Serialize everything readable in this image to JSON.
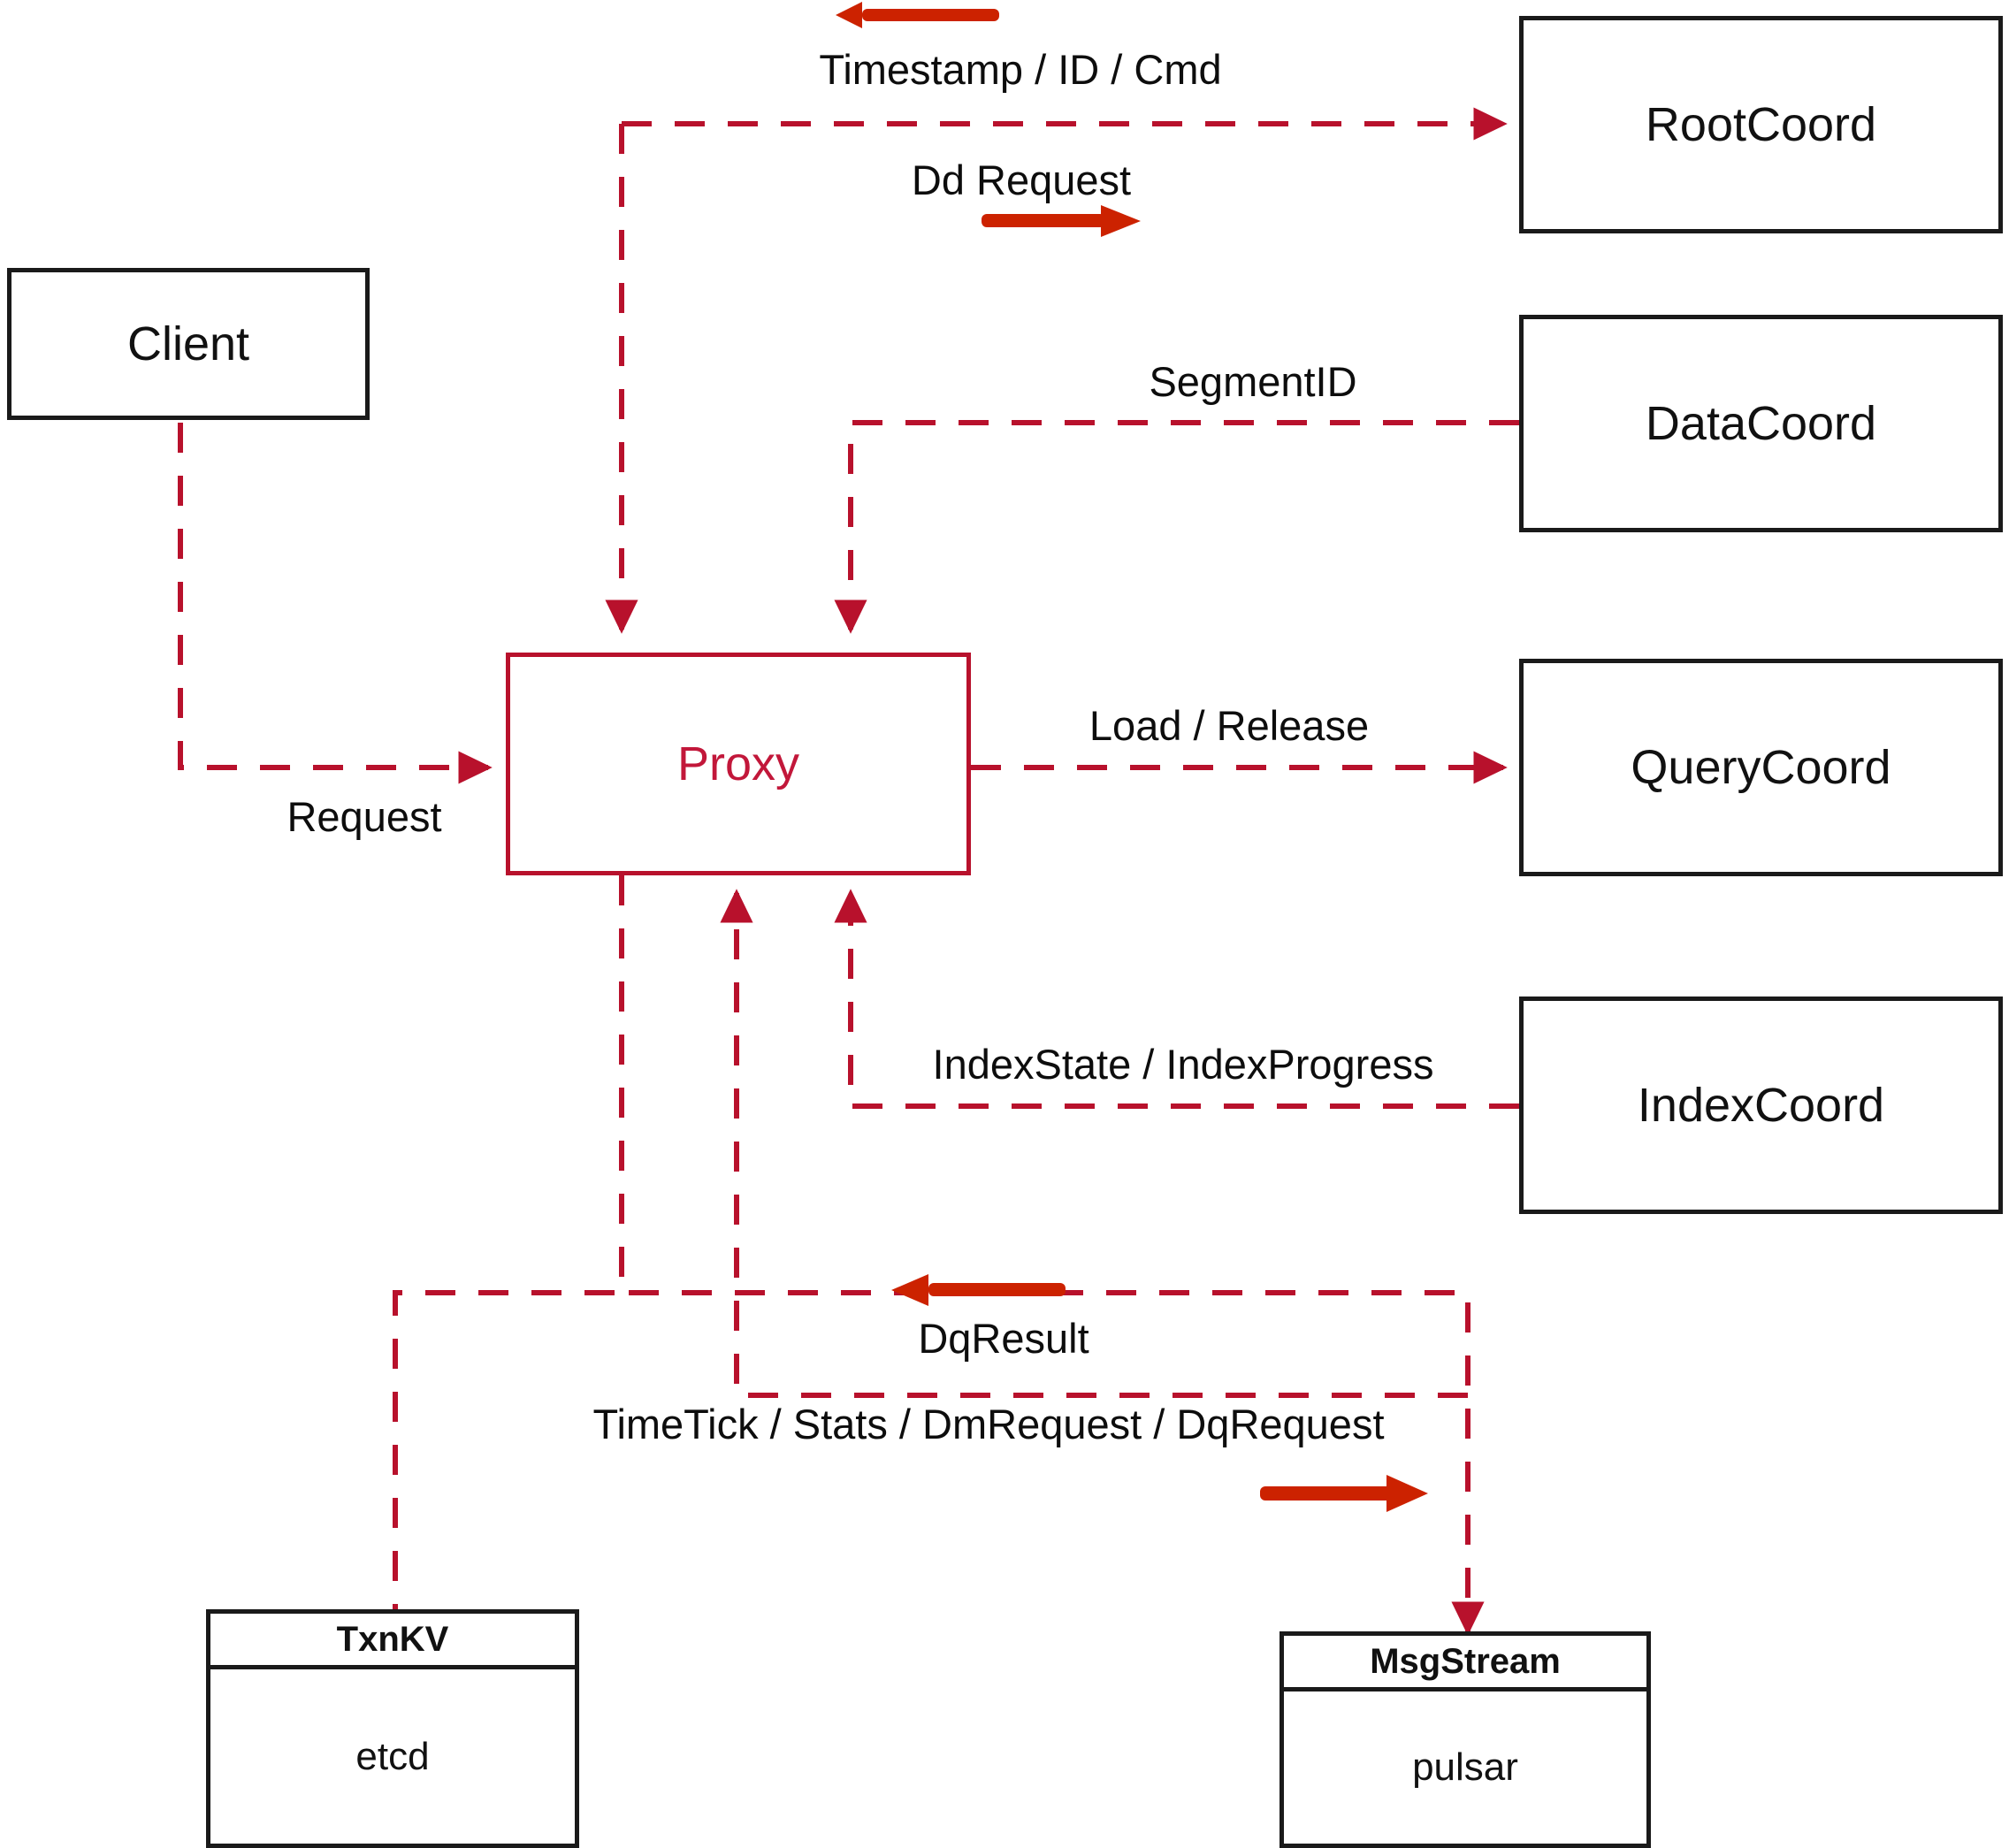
{
  "diagram": {
    "title": "Milvus Proxy interaction diagram",
    "colors": {
      "dashed_line": "#B8112C",
      "bold_arrow": "#CC2200",
      "proxy_border": "#B8112C",
      "proxy_text": "#C2173A",
      "node_border": "#1A1A1A",
      "background": "#FFFFFF"
    }
  },
  "nodes": {
    "client": {
      "label": "Client"
    },
    "proxy": {
      "label": "Proxy"
    },
    "root_coord": {
      "label": "RootCoord"
    },
    "data_coord": {
      "label": "DataCoord"
    },
    "query_coord": {
      "label": "QueryCoord"
    },
    "index_coord": {
      "label": "IndexCoord"
    },
    "txnkv": {
      "header": "TxnKV",
      "body": "etcd"
    },
    "msgstream": {
      "header": "MsgStream",
      "body": "pulsar"
    }
  },
  "edges": [
    {
      "id": "client-proxy",
      "label": "Request",
      "from": "client",
      "to": "proxy",
      "style": "dashed-arrow"
    },
    {
      "id": "proxy-rootcoord",
      "label": "Dd Request",
      "from": "proxy",
      "to": "root_coord",
      "style": "dashed-arrow"
    },
    {
      "id": "rootcoord-proxy",
      "label": "Timestamp / ID / Cmd",
      "from": "root_coord",
      "to": "proxy",
      "style": "dashed-arrow"
    },
    {
      "id": "datacoord-proxy",
      "label": "SegmentID",
      "from": "data_coord",
      "to": "proxy",
      "style": "dashed-arrow"
    },
    {
      "id": "proxy-querycoord",
      "label": "Load / Release",
      "from": "proxy",
      "to": "query_coord",
      "style": "dashed-arrow"
    },
    {
      "id": "indexcoord-proxy",
      "label": "IndexState / IndexProgress",
      "from": "index_coord",
      "to": "proxy",
      "style": "dashed-arrow"
    },
    {
      "id": "msgstream-proxy",
      "label": "DqResult",
      "from": "msgstream",
      "to": "proxy",
      "style": "dashed-arrow"
    },
    {
      "id": "proxy-msgstream",
      "label": "TimeTick / Stats / DmRequest / DqRequest",
      "from": "proxy",
      "to": "msgstream",
      "style": "dashed-arrow"
    },
    {
      "id": "proxy-txnkv",
      "label": "",
      "from": "proxy",
      "to": "txnkv",
      "style": "dashed"
    }
  ],
  "direction_markers": [
    {
      "id": "marker-timestamp",
      "for": "rootcoord-proxy",
      "direction": "left"
    },
    {
      "id": "marker-ddrequest",
      "for": "proxy-rootcoord",
      "direction": "right"
    },
    {
      "id": "marker-dqresult",
      "for": "msgstream-proxy",
      "direction": "left"
    },
    {
      "id": "marker-dqrequest",
      "for": "proxy-msgstream",
      "direction": "right"
    }
  ]
}
